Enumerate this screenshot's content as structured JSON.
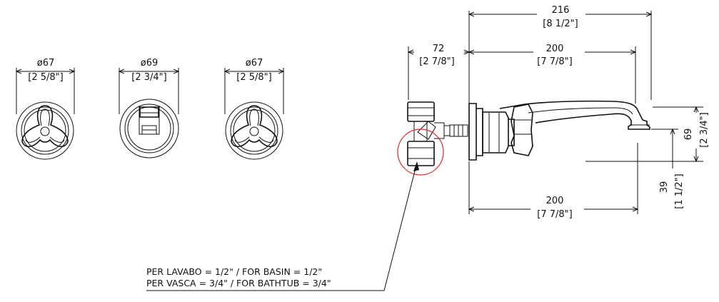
{
  "handles": {
    "left": {
      "diameter": "ø67",
      "inches": "[2 5/8\"]"
    },
    "center": {
      "diameter": "ø69",
      "inches": "[2 3/4\"]"
    },
    "right": {
      "diameter": "ø67",
      "inches": "[2 5/8\"]"
    }
  },
  "dimensions": {
    "overall_width": {
      "mm": "216",
      "inches": "[8 1/2\"]"
    },
    "spout_reach": {
      "mm": "200",
      "inches": "[7 7/8\"]"
    },
    "body_depth": {
      "mm": "72",
      "inches": "[2 7/8\"]"
    },
    "bottom_reach": {
      "mm": "200",
      "inches": "[7 7/8\"]"
    },
    "height_upper": {
      "mm": "69",
      "inches": "[2 3/4\"]"
    },
    "height_lower": {
      "mm": "39",
      "inches": "[1 1/2\"]"
    }
  },
  "note": {
    "line1": "PER LAVABO = 1/2\" / FOR BASIN = 1/2\"",
    "line2": "PER VASCA = 3/4\" / FOR BATHTUB = 3/4\""
  },
  "colors": {
    "line": "#111111",
    "highlight": "#e0262b",
    "background": "#ffffff"
  }
}
